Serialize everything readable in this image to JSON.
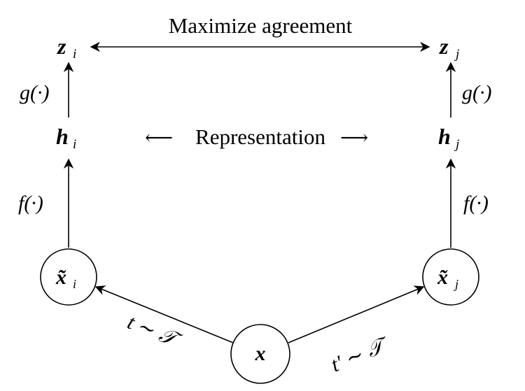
{
  "top_label": "Maximize agreement",
  "middle_label": "Representation",
  "middle_arrow_left": "⟵",
  "middle_arrow_right": "⟶",
  "left": {
    "z": {
      "base": "z",
      "sub": "i"
    },
    "g": "g(·)",
    "h": {
      "base": "h",
      "sub": "i"
    },
    "f": "f(·)",
    "x_tilde": {
      "base": "x̃",
      "sub": "i"
    },
    "aug": "t ∼ 𝒯"
  },
  "right": {
    "z": {
      "base": "z",
      "sub": "j"
    },
    "g": "g(·)",
    "h": {
      "base": "h",
      "sub": "j"
    },
    "f": "f(·)",
    "x_tilde": {
      "base": "x̃",
      "sub": "j"
    },
    "aug": "t′ ∼ 𝒯"
  },
  "input": {
    "base": "x"
  }
}
